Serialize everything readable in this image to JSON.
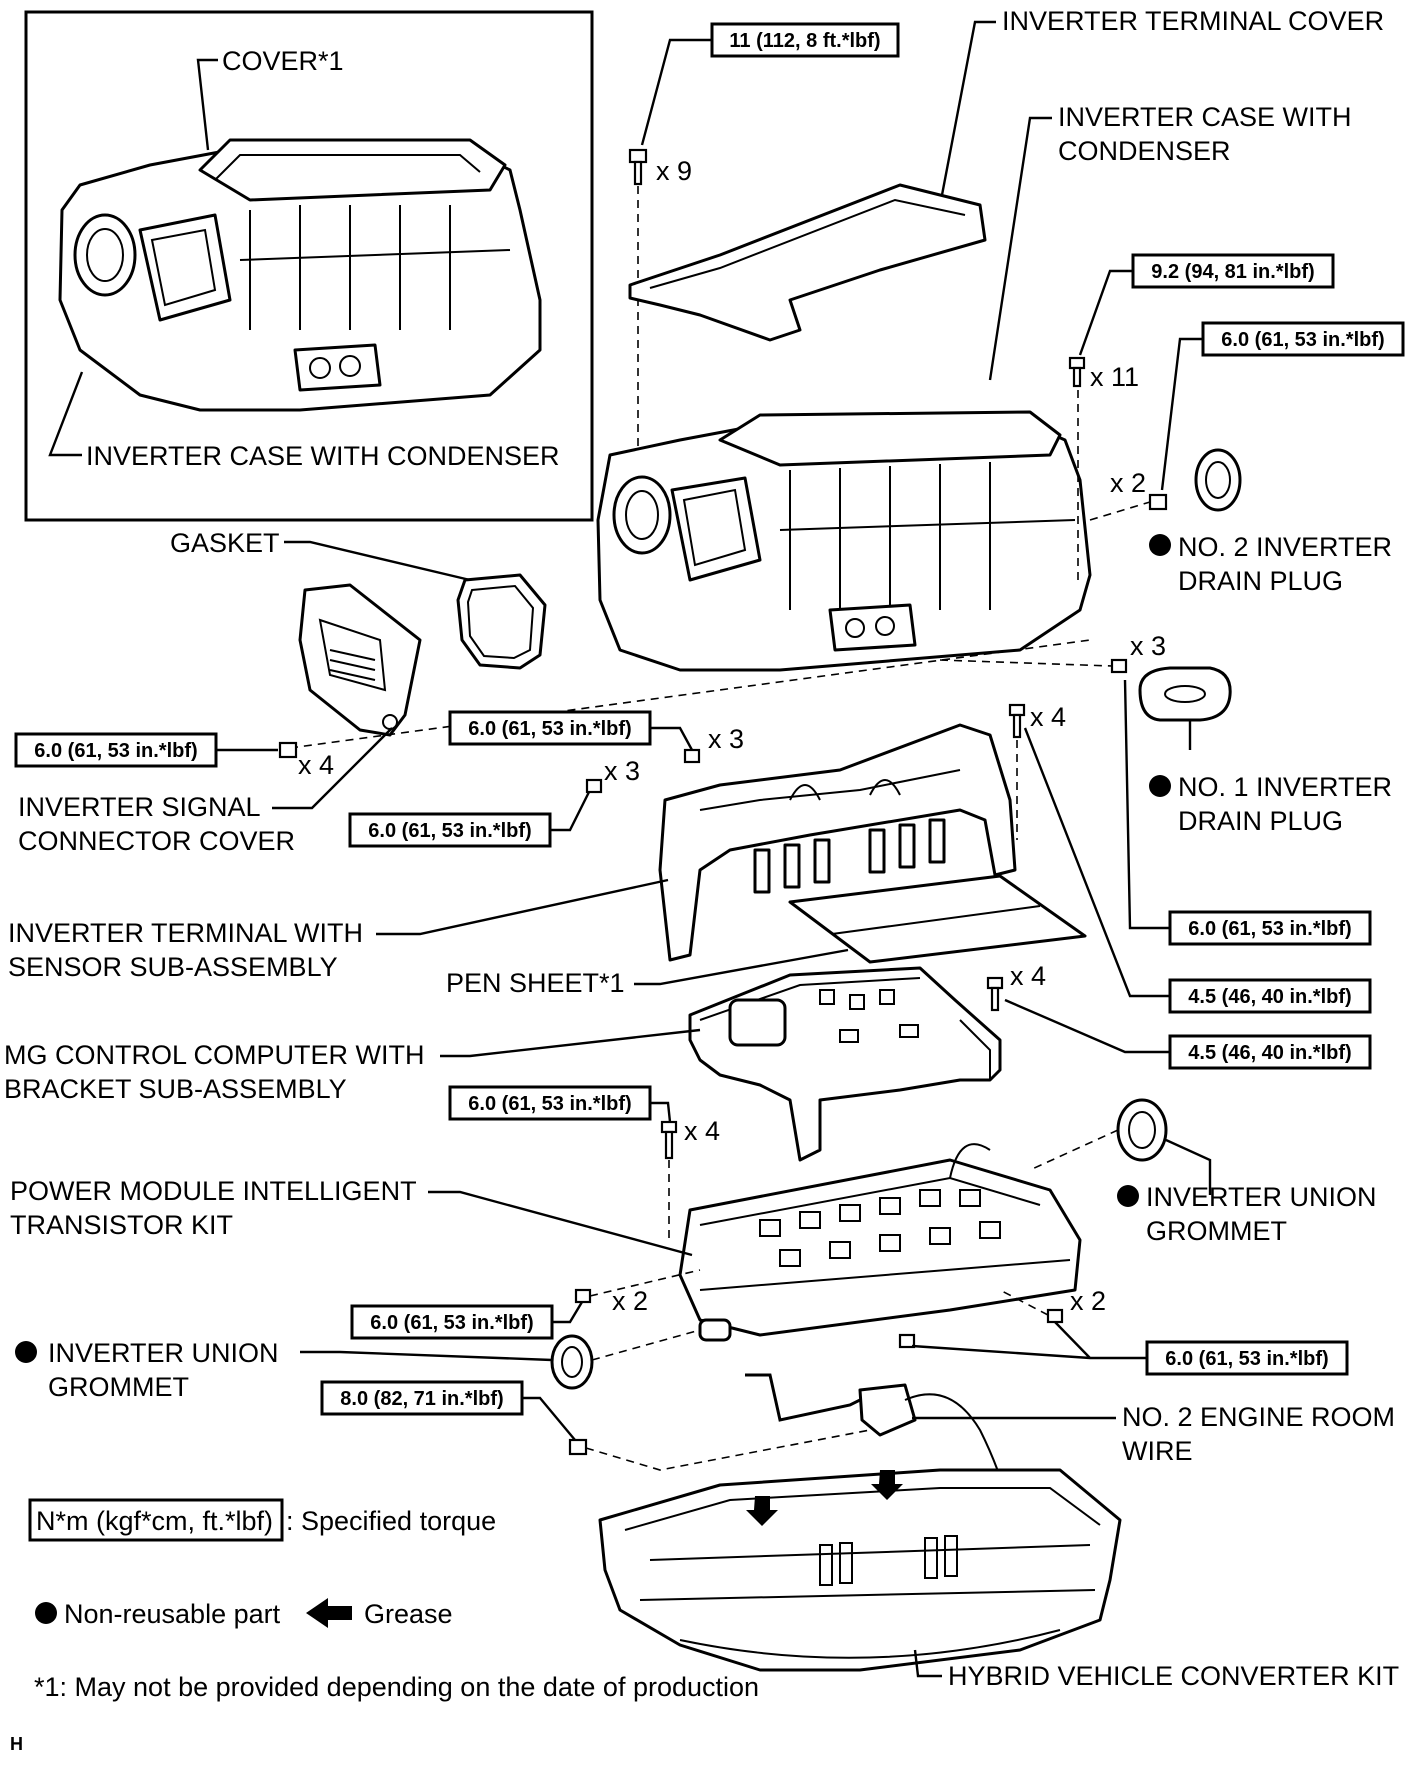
{
  "labels": {
    "cover": "COVER*1",
    "inset_case": "INVERTER CASE WITH CONDENSER",
    "terminal_cover": "INVERTER TERMINAL COVER",
    "case_line1": "INVERTER CASE WITH",
    "case_line2": "CONDENSER",
    "gasket": "GASKET",
    "no2_drain_line1": "NO. 2 INVERTER",
    "no2_drain_line2": "DRAIN PLUG",
    "no1_drain_line1": "NO. 1 INVERTER",
    "no1_drain_line2": "DRAIN PLUG",
    "signal_cover_line1": "INVERTER SIGNAL",
    "signal_cover_line2": "CONNECTOR COVER",
    "terminal_sensor_line1": "INVERTER TERMINAL WITH",
    "terminal_sensor_line2": "SENSOR SUB-ASSEMBLY",
    "pen_sheet": "PEN SHEET*1",
    "mg_computer_line1": "MG CONTROL COMPUTER WITH",
    "mg_computer_line2": "BRACKET SUB-ASSEMBLY",
    "power_module_line1": "POWER MODULE INTELLIGENT",
    "power_module_line2": "TRANSISTOR KIT",
    "grommet_right_line1": "INVERTER UNION",
    "grommet_right_line2": "GROMMET",
    "grommet_left_line1": "INVERTER UNION",
    "grommet_left_line2": "GROMMET",
    "wire_line1": "NO. 2 ENGINE ROOM",
    "wire_line2": "WIRE",
    "converter_kit": "HYBRID VEHICLE CONVERTER KIT"
  },
  "torques": {
    "t11": "11 (112, 8 ft.*lbf)",
    "t92": "9.2 (94, 81 in.*lbf)",
    "t60_drain2": "6.0 (61, 53 in.*lbf)",
    "t60_signal": "6.0 (61, 53 in.*lbf)",
    "t60_term_a": "6.0 (61, 53 in.*lbf)",
    "t60_term_b": "6.0 (61, 53 in.*lbf)",
    "t60_drain1": "6.0 (61, 53 in.*lbf)",
    "t45_a": "4.5 (46, 40 in.*lbf)",
    "t45_b": "4.5 (46, 40 in.*lbf)",
    "t60_mg": "6.0 (61, 53 in.*lbf)",
    "t60_pm_left": "6.0 (61, 53 in.*lbf)",
    "t60_pm_right": "6.0 (61, 53 in.*lbf)",
    "t80": "8.0 (82, 71 in.*lbf)"
  },
  "multipliers": {
    "m9": "x 9",
    "m11": "x 11",
    "m2_drain": "x 2",
    "m3_drain": "x 3",
    "m4_signal": "x 4",
    "m3_term_a": "x 3",
    "m3_term_b": "x 3",
    "m4_term": "x 4",
    "m4_mg": "x 4",
    "m4_pm": "x 4",
    "m2_pm_left": "x 2",
    "m2_pm_right": "x 2"
  },
  "legend": {
    "torque_box": "N*m (kgf*cm, ft.*lbf)",
    "torque_text": ": Specified torque",
    "nonreusable": "Non-reusable part",
    "grease": "Grease",
    "footnote": "*1: May not be provided depending on the date of production",
    "figure_code": "H"
  }
}
